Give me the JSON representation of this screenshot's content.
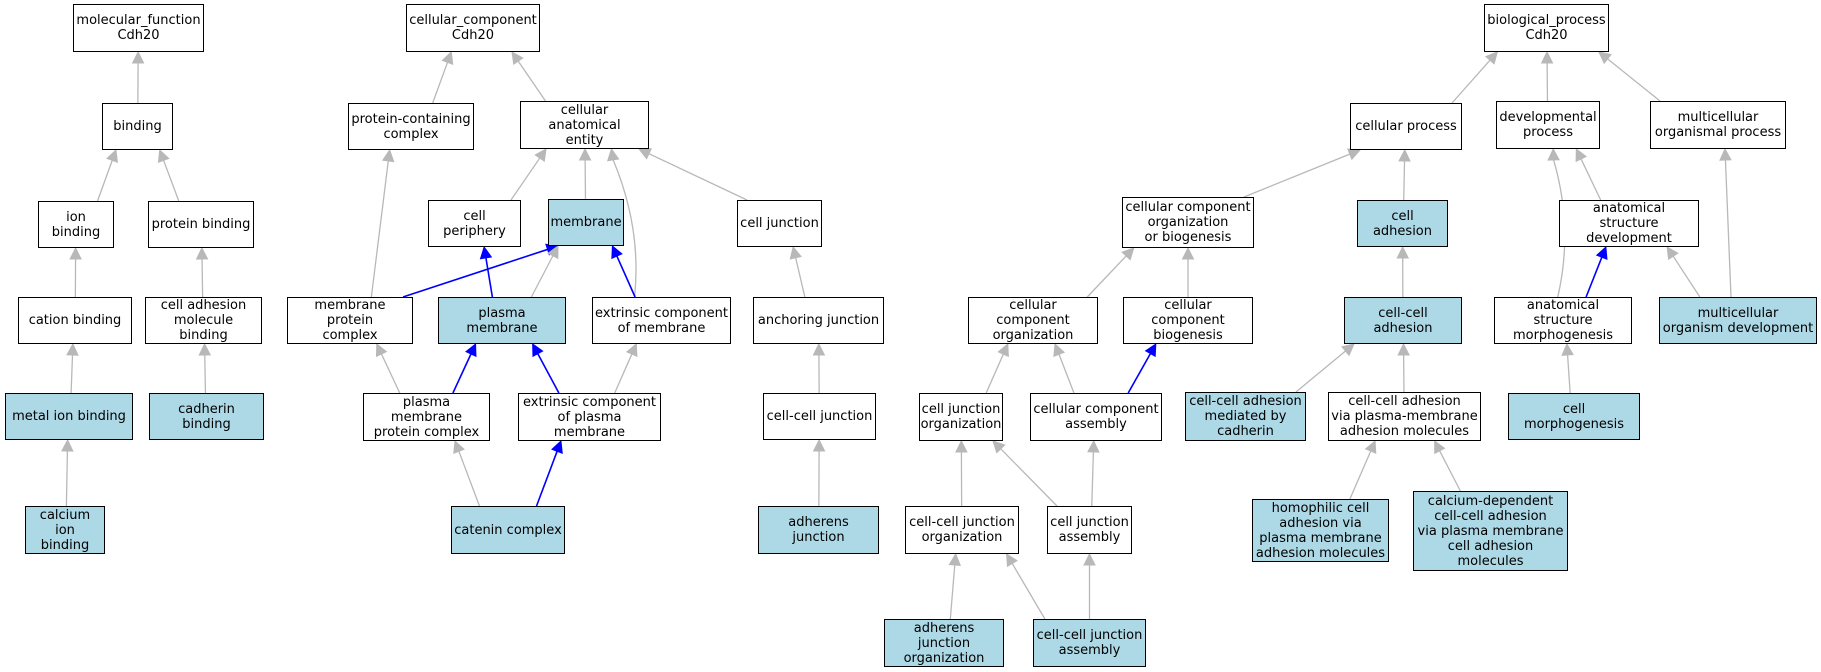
{
  "colors": {
    "highlight": "#add8e6",
    "edge_default": "#b8b8b8",
    "edge_emph": "#0000ff",
    "border": "#000000"
  },
  "nodes": [
    {
      "id": "mf_root",
      "label": "molecular_function\nCdh20",
      "hl": false
    },
    {
      "id": "binding",
      "label": "binding",
      "hl": false
    },
    {
      "id": "ion_binding",
      "label": "ion binding",
      "hl": false
    },
    {
      "id": "protein_binding",
      "label": "protein binding",
      "hl": false
    },
    {
      "id": "cation_binding",
      "label": "cation binding",
      "hl": false
    },
    {
      "id": "cam_binding",
      "label": "cell adhesion\nmolecule binding",
      "hl": false
    },
    {
      "id": "metal_ion_binding",
      "label": "metal ion binding",
      "hl": true
    },
    {
      "id": "cadherin_binding",
      "label": "cadherin binding",
      "hl": true
    },
    {
      "id": "calcium_ion_binding",
      "label": "calcium ion\nbinding",
      "hl": true
    },
    {
      "id": "cc_root",
      "label": "cellular_component\nCdh20",
      "hl": false
    },
    {
      "id": "pcc",
      "label": "protein-containing\ncomplex",
      "hl": false
    },
    {
      "id": "cae",
      "label": "cellular anatomical\nentity",
      "hl": false
    },
    {
      "id": "cell_periphery",
      "label": "cell periphery",
      "hl": false
    },
    {
      "id": "membrane",
      "label": "membrane",
      "hl": true
    },
    {
      "id": "cell_junction",
      "label": "cell junction",
      "hl": false
    },
    {
      "id": "mpc",
      "label": "membrane protein\ncomplex",
      "hl": false
    },
    {
      "id": "plasma_membrane",
      "label": "plasma membrane",
      "hl": true
    },
    {
      "id": "ecm",
      "label": "extrinsic component\nof membrane",
      "hl": false
    },
    {
      "id": "anchoring_junction",
      "label": "anchoring junction",
      "hl": false
    },
    {
      "id": "pmpc",
      "label": "plasma membrane\nprotein complex",
      "hl": false
    },
    {
      "id": "ecpm",
      "label": "extrinsic component\nof plasma membrane",
      "hl": false
    },
    {
      "id": "cell_cell_junction",
      "label": "cell-cell junction",
      "hl": false
    },
    {
      "id": "catenin_complex",
      "label": "catenin complex",
      "hl": true
    },
    {
      "id": "adherens_junction",
      "label": "adherens junction",
      "hl": true
    },
    {
      "id": "bp_root",
      "label": "biological_process\nCdh20",
      "hl": false
    },
    {
      "id": "cellular_process",
      "label": "cellular process",
      "hl": false
    },
    {
      "id": "developmental_process",
      "label": "developmental\nprocess",
      "hl": false
    },
    {
      "id": "multicellular_op",
      "label": "multicellular\norganismal process",
      "hl": false
    },
    {
      "id": "ccob",
      "label": "cellular component\norganization\nor biogenesis",
      "hl": false
    },
    {
      "id": "cell_adhesion",
      "label": "cell adhesion",
      "hl": true
    },
    {
      "id": "asd",
      "label": "anatomical structure\ndevelopment",
      "hl": false
    },
    {
      "id": "cco",
      "label": "cellular component\norganization",
      "hl": false
    },
    {
      "id": "ccb",
      "label": "cellular component\nbiogenesis",
      "hl": false
    },
    {
      "id": "cca",
      "label": "cell-cell adhesion",
      "hl": true
    },
    {
      "id": "asm",
      "label": "anatomical structure\nmorphogenesis",
      "hl": false
    },
    {
      "id": "mod",
      "label": "multicellular\norganism development",
      "hl": true
    },
    {
      "id": "cjo",
      "label": "cell junction\norganization",
      "hl": false
    },
    {
      "id": "cc_assembly",
      "label": "cellular component\nassembly",
      "hl": false
    },
    {
      "id": "cca_cadherin",
      "label": "cell-cell adhesion\nmediated by\ncadherin",
      "hl": true
    },
    {
      "id": "cca_pm",
      "label": "cell-cell adhesion\nvia plasma-membrane\nadhesion molecules",
      "hl": false
    },
    {
      "id": "cell_morph",
      "label": "cell morphogenesis",
      "hl": true
    },
    {
      "id": "ccjo",
      "label": "cell-cell junction\norganization",
      "hl": false
    },
    {
      "id": "cja",
      "label": "cell junction\nassembly",
      "hl": false
    },
    {
      "id": "homophilic",
      "label": "homophilic cell\nadhesion via\nplasma membrane\nadhesion molecules",
      "hl": true
    },
    {
      "id": "calcium_dep",
      "label": "calcium-dependent\ncell-cell adhesion\nvia plasma membrane\ncell adhesion\nmolecules",
      "hl": true
    },
    {
      "id": "ajo",
      "label": "adherens junction\norganization",
      "hl": true
    },
    {
      "id": "ccja",
      "label": "cell-cell junction\nassembly",
      "hl": true
    }
  ],
  "edges": [
    {
      "from": "binding",
      "to": "mf_root",
      "emph": false
    },
    {
      "from": "ion_binding",
      "to": "binding",
      "emph": false
    },
    {
      "from": "protein_binding",
      "to": "binding",
      "emph": false
    },
    {
      "from": "cation_binding",
      "to": "ion_binding",
      "emph": false
    },
    {
      "from": "cam_binding",
      "to": "protein_binding",
      "emph": false
    },
    {
      "from": "metal_ion_binding",
      "to": "cation_binding",
      "emph": false
    },
    {
      "from": "cadherin_binding",
      "to": "cam_binding",
      "emph": false
    },
    {
      "from": "calcium_ion_binding",
      "to": "metal_ion_binding",
      "emph": false
    },
    {
      "from": "pcc",
      "to": "cc_root",
      "emph": false
    },
    {
      "from": "cae",
      "to": "cc_root",
      "emph": false
    },
    {
      "from": "cell_periphery",
      "to": "cae",
      "emph": false
    },
    {
      "from": "membrane",
      "to": "cae",
      "emph": false
    },
    {
      "from": "cell_junction",
      "to": "cae",
      "emph": false
    },
    {
      "from": "ecm",
      "to": "cae",
      "emph": false,
      "curve": true
    },
    {
      "from": "mpc",
      "to": "pcc",
      "emph": false
    },
    {
      "from": "mpc",
      "to": "membrane",
      "emph": true
    },
    {
      "from": "plasma_membrane",
      "to": "cell_periphery",
      "emph": true
    },
    {
      "from": "plasma_membrane",
      "to": "membrane",
      "emph": false
    },
    {
      "from": "ecm",
      "to": "membrane",
      "emph": true
    },
    {
      "from": "anchoring_junction",
      "to": "cell_junction",
      "emph": false
    },
    {
      "from": "pmpc",
      "to": "mpc",
      "emph": false
    },
    {
      "from": "pmpc",
      "to": "plasma_membrane",
      "emph": true
    },
    {
      "from": "ecpm",
      "to": "plasma_membrane",
      "emph": true
    },
    {
      "from": "ecpm",
      "to": "ecm",
      "emph": false
    },
    {
      "from": "cell_cell_junction",
      "to": "anchoring_junction",
      "emph": false
    },
    {
      "from": "catenin_complex",
      "to": "pmpc",
      "emph": false
    },
    {
      "from": "catenin_complex",
      "to": "ecpm",
      "emph": true
    },
    {
      "from": "adherens_junction",
      "to": "cell_cell_junction",
      "emph": false
    },
    {
      "from": "cellular_process",
      "to": "bp_root",
      "emph": false
    },
    {
      "from": "developmental_process",
      "to": "bp_root",
      "emph": false
    },
    {
      "from": "multicellular_op",
      "to": "bp_root",
      "emph": false
    },
    {
      "from": "ccob",
      "to": "cellular_process",
      "emph": false
    },
    {
      "from": "cell_adhesion",
      "to": "cellular_process",
      "emph": false
    },
    {
      "from": "asd",
      "to": "developmental_process",
      "emph": false
    },
    {
      "from": "asm",
      "to": "developmental_process",
      "emph": false,
      "curve": true
    },
    {
      "from": "mod",
      "to": "multicellular_op",
      "emph": false
    },
    {
      "from": "cco",
      "to": "ccob",
      "emph": false
    },
    {
      "from": "ccb",
      "to": "ccob",
      "emph": false
    },
    {
      "from": "cca",
      "to": "cell_adhesion",
      "emph": false
    },
    {
      "from": "asm",
      "to": "asd",
      "emph": true
    },
    {
      "from": "mod",
      "to": "asd",
      "emph": false
    },
    {
      "from": "cjo",
      "to": "cco",
      "emph": false
    },
    {
      "from": "cc_assembly",
      "to": "cco",
      "emph": false
    },
    {
      "from": "cc_assembly",
      "to": "ccb",
      "emph": true
    },
    {
      "from": "cca_cadherin",
      "to": "cca",
      "emph": false
    },
    {
      "from": "cca_pm",
      "to": "cca",
      "emph": false
    },
    {
      "from": "cell_morph",
      "to": "asm",
      "emph": false
    },
    {
      "from": "ccjo",
      "to": "cjo",
      "emph": false
    },
    {
      "from": "cja",
      "to": "cjo",
      "emph": false
    },
    {
      "from": "cja",
      "to": "cc_assembly",
      "emph": false
    },
    {
      "from": "homophilic",
      "to": "cca_pm",
      "emph": false
    },
    {
      "from": "calcium_dep",
      "to": "cca_pm",
      "emph": false
    },
    {
      "from": "ajo",
      "to": "ccjo",
      "emph": false
    },
    {
      "from": "ccja",
      "to": "ccjo",
      "emph": false
    },
    {
      "from": "ccja",
      "to": "cja",
      "emph": false
    }
  ]
}
